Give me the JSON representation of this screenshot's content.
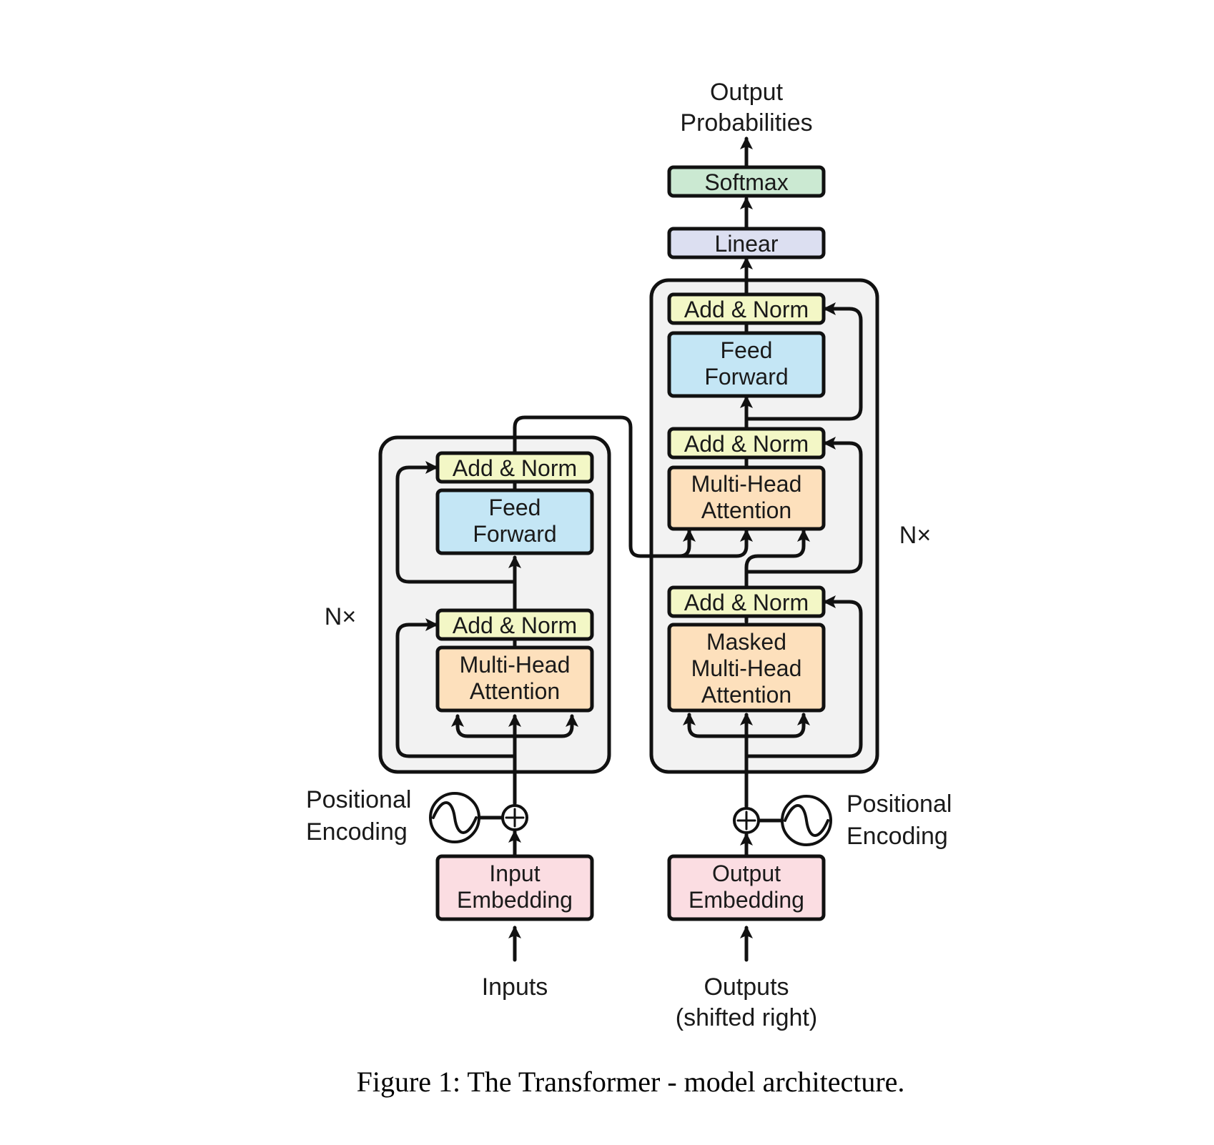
{
  "colors": {
    "add_norm": "#f3f7c6",
    "feed_forward": "#c4e6f5",
    "attention": "#fde0bc",
    "embedding": "#fbdde2",
    "linear": "#dcdff1",
    "softmax": "#cbe9d2",
    "stack_bg": "#f2f2f2",
    "stroke": "#111111"
  },
  "encoder": {
    "add_norm_top": "Add & Norm",
    "feed_forward": [
      "Feed",
      "Forward"
    ],
    "add_norm_bottom": "Add & Norm",
    "attention": [
      "Multi-Head",
      "Attention"
    ],
    "repeat": "N×"
  },
  "decoder": {
    "add_norm_top": "Add & Norm",
    "feed_forward": [
      "Feed",
      "Forward"
    ],
    "add_norm_mid": "Add & Norm",
    "cross_attention": [
      "Multi-Head",
      "Attention"
    ],
    "add_norm_bottom": "Add & Norm",
    "masked_attention": [
      "Masked",
      "Multi-Head",
      "Attention"
    ],
    "repeat": "N×"
  },
  "head": {
    "linear": "Linear",
    "softmax": "Softmax",
    "output": [
      "Output",
      "Probabilities"
    ]
  },
  "inputs": {
    "embedding": [
      "Input",
      "Embedding"
    ],
    "positional": [
      "Positional",
      "Encoding"
    ],
    "label": "Inputs"
  },
  "outputs": {
    "embedding": [
      "Output",
      "Embedding"
    ],
    "positional": [
      "Positional",
      "Encoding"
    ],
    "label": [
      "Outputs",
      "(shifted right)"
    ]
  },
  "caption": "Figure 1: The Transformer - model architecture.",
  "icons": {
    "positional": "sine-wave-icon",
    "add": "circled-plus-icon",
    "arrow": "arrowhead-icon"
  }
}
